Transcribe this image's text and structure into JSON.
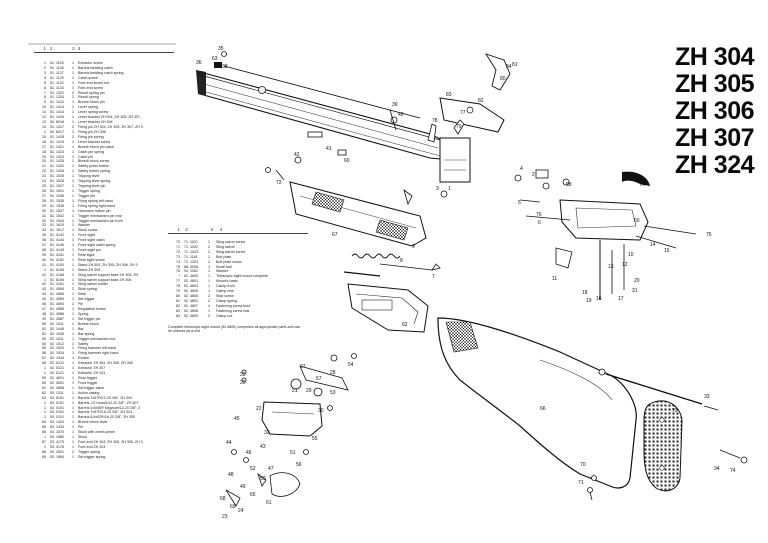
{
  "models": [
    "ZH 304",
    "ZH 305",
    "ZH 306",
    "ZH 307",
    "ZH 324"
  ],
  "main_list": {
    "header": [
      "1",
      "2",
      "3",
      "4"
    ],
    "rows": [
      [
        "1",
        "51. 1120",
        "1",
        "Extractor screw"
      ],
      [
        "2",
        "51. 1126",
        "1",
        "Barrels bedding catch"
      ],
      [
        "3",
        "51. 1127",
        "1",
        "Barrels bedding catch spring"
      ],
      [
        "4",
        "51. 1129",
        "1",
        "Catch screw"
      ],
      [
        "5",
        "51. 1132",
        "1",
        "Fore-end screw nut"
      ],
      [
        "6",
        "51. 1133",
        "1",
        "Fore-end screw"
      ],
      [
        "7",
        "51. 1322",
        "2",
        "Recoil spring pin"
      ],
      [
        "8",
        "51. 1324",
        "2",
        "Recoil spring"
      ],
      [
        "9",
        "51. 1412",
        "1",
        "Breech block pin"
      ],
      [
        "10",
        "51. 1414",
        "1",
        "Lever spring"
      ],
      [
        "11",
        "51. 1413",
        "1",
        "Lever spring screw"
      ],
      [
        "12",
        "51. 1416",
        "1",
        "Lever bracket ZH 304, ZH 305, ZH 307,"
      ],
      [
        "13",
        "50. 6016",
        "1",
        "Lever bracket ZH 306"
      ],
      [
        "14",
        "51. 1417",
        "2",
        "Firing pin ZH 304, ZH 305, ZH 307, ZH 3"
      ],
      [
        "1",
        "50. 6017",
        "2",
        "Firing pin ZH 306"
      ],
      [
        "15",
        "51. 1418",
        "2",
        "Firing pin spring"
      ],
      [
        "16",
        "51. 1419",
        "1",
        "Lever bracket screw"
      ],
      [
        "17",
        "51. 1421",
        "1",
        "Breech block pin catch"
      ],
      [
        "18",
        "51. 1423",
        "1",
        "Catch pin spring"
      ],
      [
        "19",
        "51. 1424",
        "1",
        "Catch pin"
      ],
      [
        "20",
        "51. 1425",
        "1",
        "Breech block screw"
      ],
      [
        "21",
        "51. 1432",
        "1",
        "Safety press button"
      ],
      [
        "22",
        "51. 1434",
        "1",
        "Safety button spring"
      ],
      [
        "23",
        "51. 1526",
        "1",
        "Tripping lever"
      ],
      [
        "24",
        "51. 1528",
        "1",
        "Tripping lever spring"
      ],
      [
        "25",
        "51. 1527",
        "1",
        "Tripping lever pin"
      ],
      [
        "26",
        "51. 1531",
        "1",
        "Trigger spring"
      ],
      [
        "27",
        "51. 1536",
        "1",
        "Trigger pin"
      ],
      [
        "28",
        "51. 1535",
        "1",
        "Firing spring left-hand"
      ],
      [
        "29",
        "51. 1536",
        "1",
        "Firing spring right-hand"
      ],
      [
        "30",
        "51. 1537",
        "1",
        "Hammers hollow pin"
      ],
      [
        "31",
        "51. 1542",
        "1",
        "Trigger mechanism pin rear"
      ],
      [
        "32",
        "51. 1544",
        "1",
        "Trigger mechanism pin front"
      ],
      [
        "33",
        "51. 1615",
        "1",
        "Washer"
      ],
      [
        "34",
        "51. 1617",
        "1",
        "Stock screw"
      ],
      [
        "35",
        "51. 4142",
        "1",
        "Front sight"
      ],
      [
        "36",
        "51. 4144",
        "1",
        "Front sight catch"
      ],
      [
        "37",
        "51. 4146",
        "1",
        "Front sight catch spring"
      ],
      [
        "38",
        "51. 4149",
        "1",
        "Front sight pin"
      ],
      [
        "39",
        "51. 4151",
        "1",
        "Rear sight"
      ],
      [
        "40",
        "51. 4152",
        "1",
        "Rear sight screw"
      ],
      [
        "41",
        "51. 4153",
        "1",
        "Stand ZH 304, ZH 305, ZH 306, ZH 3"
      ],
      [
        "1",
        "51. 8106",
        "1",
        "Stand ZH 305"
      ],
      [
        "41",
        "51. 4168",
        "1",
        "Sling swivel support base ZH 304, ZH"
      ],
      [
        "1",
        "51. 8106",
        "1",
        "Sling swivel support base ZH 306"
      ],
      [
        "42",
        "51. 4161",
        "1",
        "Sling swivel holder"
      ],
      [
        "43",
        "51. 4565",
        "2",
        "Slide spring"
      ],
      [
        "44",
        "51. 4566",
        "1",
        "Slide"
      ],
      [
        "45",
        "51. 4569",
        "1",
        "Set trigger"
      ],
      [
        "46",
        "51. 4594",
        "2",
        "Pin"
      ],
      [
        "47",
        "51. 4585",
        "1",
        "Regulation screw"
      ],
      [
        "48",
        "51. 4586",
        "1",
        "Spring"
      ],
      [
        "49",
        "51. 4587",
        "1",
        "Set trigger pin"
      ],
      [
        "50",
        "52. 1411",
        "1",
        "Breech block"
      ],
      [
        "51",
        "52. 1448",
        "1",
        "Bar"
      ],
      [
        "52",
        "52. 1545",
        "1",
        "Bar spring"
      ],
      [
        "53",
        "52. 1511",
        "1",
        "Trigger mechanism box"
      ],
      [
        "54",
        "52. 1512",
        "1",
        "Safety"
      ],
      [
        "55",
        "52. 1533",
        "1",
        "Firing hammer left-hand"
      ],
      [
        "56",
        "52. 1534",
        "1",
        "Firing hammer right-hand"
      ],
      [
        "57",
        "52. 1344",
        "1",
        "Rocker"
      ],
      [
        "58",
        "52. 5121",
        "1",
        "Extractor ZH 304, ZH 305, ZH 306"
      ],
      [
        "1",
        "52. 5121",
        "1",
        "Extractor ZH 307"
      ],
      [
        "1",
        "52. 5121",
        "1",
        "Extractor ZH 324"
      ],
      [
        "59",
        "52. 4621",
        "1",
        "Rear trigger"
      ],
      [
        "60",
        "52. 4591",
        "1",
        "Front trigger"
      ],
      [
        "61",
        "52. 4568",
        "1",
        "Set trigger catch"
      ],
      [
        "62",
        "53. 1311",
        "1",
        "Action casing"
      ],
      [
        "63",
        "53. 6101",
        "1",
        "Barrels 7x57R/12-20 3/8\", ZH 304"
      ],
      [
        "1",
        "53. 0101",
        "1",
        "Barrels .22 Hornet/12-20 3/8\", ZH 307"
      ],
      [
        "1",
        "53. 0101",
        "1",
        "Barrels 5,6x50R Magnum/12-20 3/8\", Z"
      ],
      [
        "1",
        "53. 0101",
        "1",
        "Barrels 7x57R/16-20 3/8\", ZH 324"
      ],
      [
        "1",
        "53. 0101",
        "1",
        "Barrels 8,6x52R/16-20 3/8\", ZH 305"
      ],
      [
        "64",
        "53. 1420",
        "1",
        "Breech block lever"
      ],
      [
        "65",
        "53. 1433",
        "1",
        "Pin"
      ],
      [
        "66",
        "53. 1570",
        "1",
        "Stock with cheek-piece"
      ],
      [
        "1",
        "53. 1580",
        "1",
        "Stock"
      ],
      [
        "67",
        "53. 4175",
        "1",
        "Fore-end ZH 304, ZH 305, ZH 306, ZH 3"
      ],
      [
        "1",
        "53. 4176",
        "1",
        "Fore-end ZH 324"
      ],
      [
        "68",
        "53. 4531",
        "2",
        "Trigger spring"
      ],
      [
        "69",
        "53. 1984",
        "1",
        "Set trigger spring"
      ]
    ]
  },
  "side_list": {
    "header": [
      "1",
      "2",
      "3",
      "4"
    ],
    "rows": [
      [
        "70",
        "71. 1021",
        "1",
        "Sling swivel screw"
      ],
      [
        "71",
        "71. 1022",
        "2",
        "Sling swivel"
      ],
      [
        "72",
        "71. 1023",
        "2",
        "Sling swivel screw"
      ],
      [
        "73",
        "71. 1161",
        "1",
        "Butt plate"
      ],
      [
        "74",
        "71. 1323",
        "2",
        "Butt plate screw"
      ],
      [
        "75",
        "68. 0006",
        "1",
        "Small ball"
      ],
      [
        "76",
        "93. 1281",
        "1",
        "Washer"
      ],
      [
        "*",
        "52. 4800",
        "1",
        "Telescopic sight mount complete"
      ],
      [
        "77",
        "52. 4801",
        "1",
        "Mount's basis"
      ],
      [
        "78",
        "52. 4803",
        "1",
        "Clamp front"
      ],
      [
        "79",
        "52. 4805",
        "1",
        "Clamp rear"
      ],
      [
        "80",
        "52. 4806",
        "2",
        "Stop screw"
      ],
      [
        "81",
        "52. 4802",
        "2",
        "Clamp spring"
      ],
      [
        "82",
        "52. 4807",
        "4",
        "Fastening screw front"
      ],
      [
        "83",
        "52. 4808",
        "1",
        "Fastening screw rear"
      ],
      [
        "84",
        "52. 4809",
        "2",
        "Clamp nut"
      ]
    ],
    "note": "Complete telescopic sight mount (52.4800) comprises all appropriate parts and can be ordered as a unit"
  },
  "callouts": [
    "1",
    "2",
    "3",
    "4",
    "5",
    "6",
    "7",
    "8",
    "9",
    "10",
    "11",
    "12",
    "13",
    "14",
    "15",
    "16",
    "17",
    "18",
    "19",
    "20",
    "21",
    "22",
    "23",
    "24",
    "25",
    "26",
    "27",
    "28",
    "29",
    "30",
    "31",
    "32",
    "33",
    "34",
    "35",
    "36",
    "37",
    "38",
    "39",
    "40",
    "41",
    "42",
    "43",
    "44",
    "45",
    "46",
    "47",
    "48",
    "49",
    "50",
    "51",
    "52",
    "53",
    "54",
    "55",
    "56",
    "57",
    "58",
    "59",
    "60",
    "61",
    "62",
    "63",
    "64",
    "65",
    "66",
    "67",
    "68",
    "69",
    "70",
    "71",
    "72",
    "73",
    "74",
    "75",
    "76",
    "77",
    "78",
    "79",
    "80",
    "81",
    "82",
    "83",
    "84"
  ]
}
